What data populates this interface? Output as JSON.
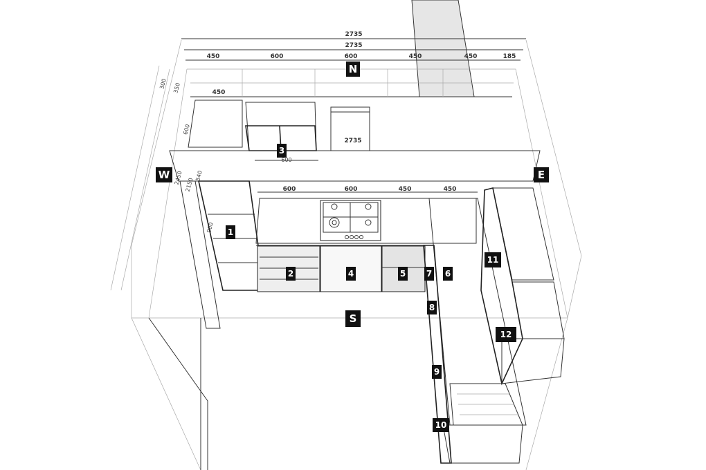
{
  "diagram": {
    "compass": {
      "north": "N",
      "south": "S",
      "east": "E",
      "west": "W"
    },
    "dimensions_top": {
      "overall_1": "2735",
      "overall_2": "2735",
      "segments": [
        "450",
        "600",
        "600",
        "450",
        "450",
        "185"
      ]
    },
    "dimensions_upper": {
      "wall_cabinet_width": "450",
      "cabinet3_width": "600",
      "hood_label": "2735"
    },
    "dimensions_base": [
      "600",
      "600",
      "450",
      "450"
    ],
    "dimensions_left": [
      "300",
      "350",
      "600",
      "2450",
      "2150",
      "540",
      "900"
    ],
    "cabinet_numbers": [
      "1",
      "2",
      "3",
      "4",
      "5",
      "6",
      "7",
      "8",
      "9",
      "10",
      "11",
      "12"
    ]
  }
}
